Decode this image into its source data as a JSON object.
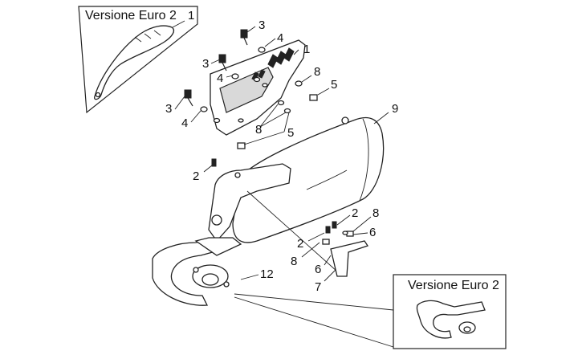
{
  "insets": {
    "top_left_title": "Versione Euro 2",
    "bottom_right_title": "Versione Euro 2"
  },
  "callouts": {
    "inset_1": "1",
    "a3": "3",
    "a4": "4",
    "b1": "1",
    "b3": "3",
    "b4": "4",
    "b8": "8",
    "b5": "5",
    "c3": "3",
    "c4": "4",
    "c8": "8",
    "c5": "5",
    "d9": "9",
    "e2": "2",
    "f2": "2",
    "f8": "8",
    "f6": "6",
    "g2": "2",
    "g8": "8",
    "g6": "6",
    "g7": "7",
    "h12": "12"
  }
}
